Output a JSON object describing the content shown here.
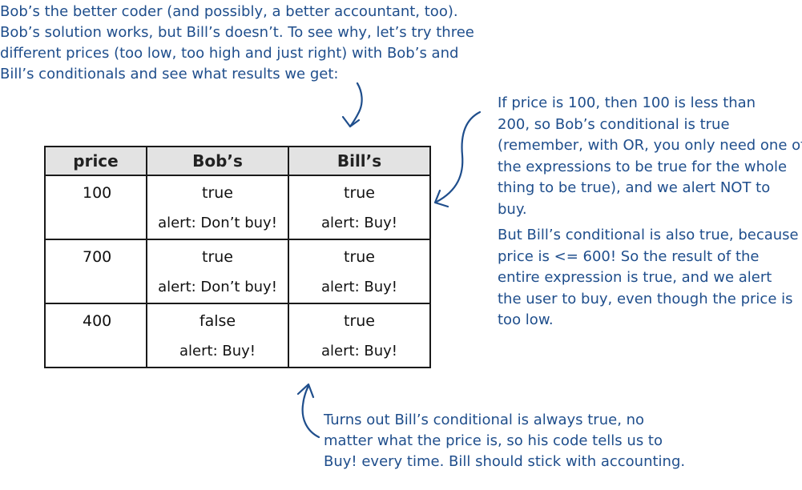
{
  "note_top": {
    "lines": [
      "Bob’s the better coder (and possibly, a better accountant, too).",
      "Bob’s solution works, but Bill’s doesn’t. To see why, let’s try three",
      "different prices (too low, too high and just right) with Bob’s and",
      "Bill’s conditionals and see what results we get:"
    ]
  },
  "note_right": {
    "para1": [
      "If price is 100, then 100 is less than",
      "200, so Bob’s conditional is true",
      "(remember, with OR, you only need one of",
      "the expressions to be true for the whole",
      "thing to be true), and we alert NOT to",
      "buy."
    ],
    "para2": [
      "But Bill’s conditional is also true, because",
      "price is <= 600! So the result of the",
      "entire expression is true, and we alert",
      "the user to buy, even though the price is",
      "too low."
    ]
  },
  "note_bottom": {
    "lines": [
      "Turns out Bill’s conditional is always true, no",
      "matter what the price is, so his code tells us to",
      "Buy! every time. Bill should stick with accounting."
    ]
  },
  "table": {
    "headers": [
      "price",
      "Bob’s",
      "Bill’s"
    ],
    "rows": [
      {
        "price": "100",
        "bob_value": "true",
        "bob_alert": "alert: Don’t buy!",
        "bill_value": "true",
        "bill_alert": "alert: Buy!"
      },
      {
        "price": "700",
        "bob_value": "true",
        "bob_alert": "alert: Don’t buy!",
        "bill_value": "true",
        "bill_alert": "alert: Buy!"
      },
      {
        "price": "400",
        "bob_value": "false",
        "bob_alert": "alert: Buy!",
        "bill_value": "true",
        "bill_alert": "alert: Buy!"
      }
    ]
  },
  "colors": {
    "annotation": "#1f4e8c",
    "header_bg": "#e3e3e3",
    "border": "#1a1a1a"
  }
}
